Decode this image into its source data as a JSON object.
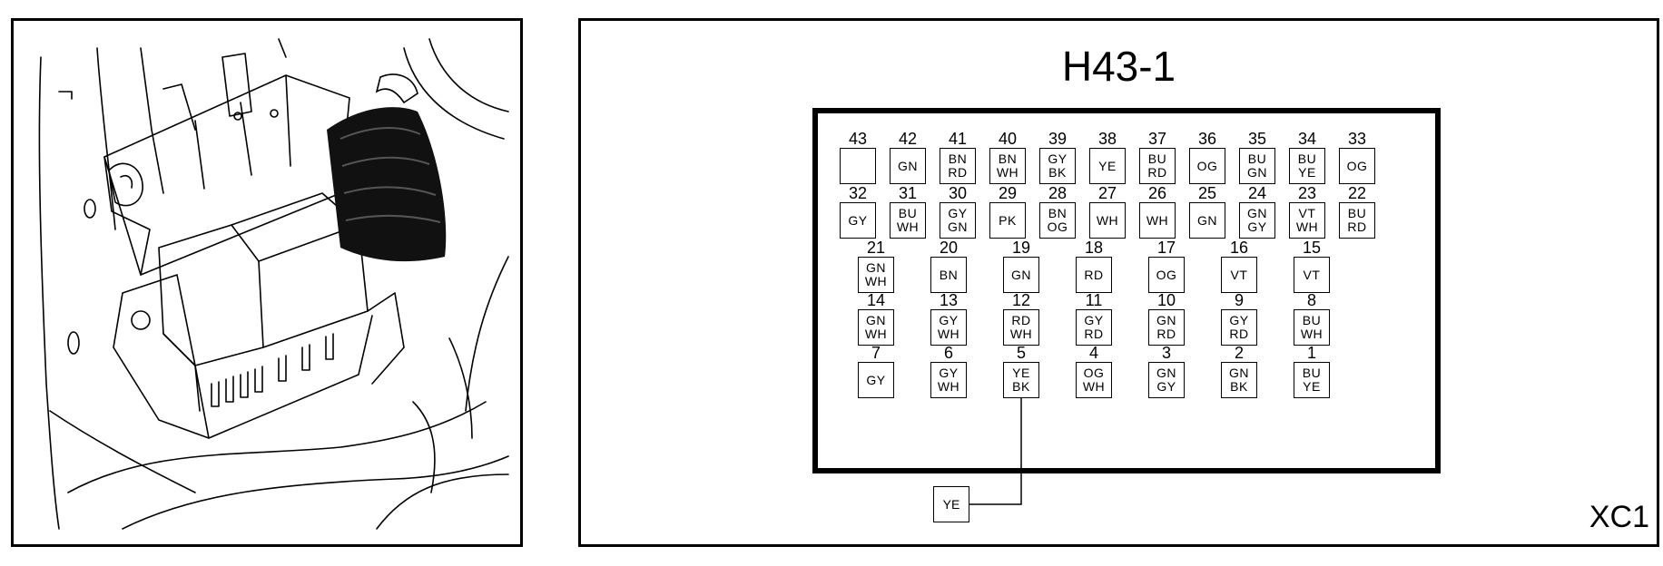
{
  "connector": {
    "title": "H43-1",
    "code": "XC1",
    "external_wire": "YE",
    "pins": [
      {
        "num": "43",
        "color": ""
      },
      {
        "num": "42",
        "color": "GN"
      },
      {
        "num": "41",
        "color": "BN\nRD"
      },
      {
        "num": "40",
        "color": "BN\nWH"
      },
      {
        "num": "39",
        "color": "GY\nBK"
      },
      {
        "num": "38",
        "color": "YE"
      },
      {
        "num": "37",
        "color": "BU\nRD"
      },
      {
        "num": "36",
        "color": "OG"
      },
      {
        "num": "35",
        "color": "BU\nGN"
      },
      {
        "num": "34",
        "color": "BU\nYE"
      },
      {
        "num": "33",
        "color": "OG"
      },
      {
        "num": "32",
        "color": "GY"
      },
      {
        "num": "31",
        "color": "BU\nWH"
      },
      {
        "num": "30",
        "color": "GY\nGN"
      },
      {
        "num": "29",
        "color": "PK"
      },
      {
        "num": "28",
        "color": "BN\nOG"
      },
      {
        "num": "27",
        "color": "WH"
      },
      {
        "num": "26",
        "color": "WH"
      },
      {
        "num": "25",
        "color": "GN"
      },
      {
        "num": "24",
        "color": "GN\nGY"
      },
      {
        "num": "23",
        "color": "VT\nWH"
      },
      {
        "num": "22",
        "color": "BU\nRD"
      },
      {
        "num": "21",
        "color": "GN\nWH"
      },
      {
        "num": "20",
        "color": "BN"
      },
      {
        "num": "19",
        "color": "GN"
      },
      {
        "num": "18",
        "color": "RD"
      },
      {
        "num": "17",
        "color": "OG"
      },
      {
        "num": "16",
        "color": "VT"
      },
      {
        "num": "15",
        "color": "VT"
      },
      {
        "num": "14",
        "color": "GN\nWH"
      },
      {
        "num": "13",
        "color": "GY\nWH"
      },
      {
        "num": "12",
        "color": "RD\nWH"
      },
      {
        "num": "11",
        "color": "GY\nRD"
      },
      {
        "num": "10",
        "color": "GN\nRD"
      },
      {
        "num": "9",
        "color": "GY\nRD"
      },
      {
        "num": "8",
        "color": "BU\nWH"
      },
      {
        "num": "7",
        "color": "GY"
      },
      {
        "num": "6",
        "color": "GY\nWH"
      },
      {
        "num": "5",
        "color": "YE\nBK"
      },
      {
        "num": "4",
        "color": "OG\nWH"
      },
      {
        "num": "3",
        "color": "GN\nGY"
      },
      {
        "num": "2",
        "color": "GN\nBK"
      },
      {
        "num": "1",
        "color": "BU\nYE"
      }
    ]
  }
}
